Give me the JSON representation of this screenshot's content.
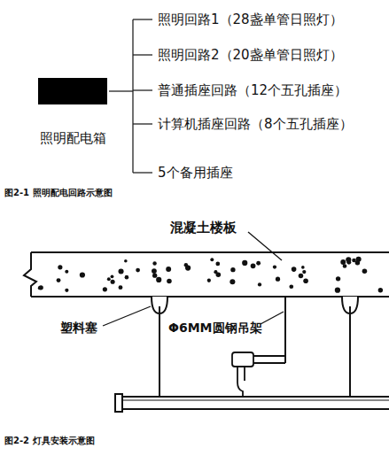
{
  "diagram": {
    "nodes": [
      {
        "text": [
          "照明配电箱"
        ]
      }
    ],
    "labels": [
      "照明回路1（28盏单管日照灯）",
      "照明回路2（20盏单管日照灯）",
      "普通插座回路（12个五孔插座）",
      "计算机插座回路（8个五孔插座）",
      "5个备用插座",
      "图2-1  照明配电回路示意图",
      "混凝土楼板",
      "塑料塞",
      "Φ6MM圆钢吊架",
      "图2-2 灯具安装示意图"
    ]
  }
}
